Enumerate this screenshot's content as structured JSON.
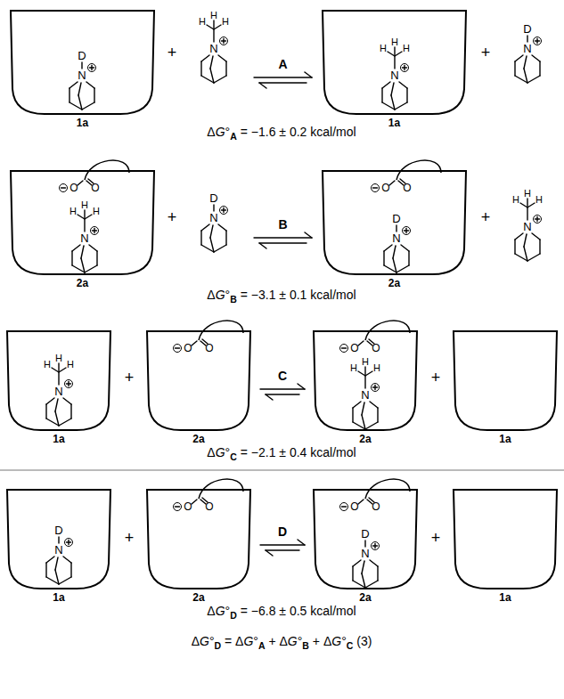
{
  "diagram": {
    "nodes": [
      {
        "text": [
          "1a"
        ]
      },
      {
        "text": [
          "1a"
        ]
      },
      {
        "text": [
          "2a"
        ]
      },
      {
        "text": [
          "2a"
        ]
      },
      {
        "text": [
          "1a"
        ]
      },
      {
        "text": [
          "2a"
        ]
      },
      {
        "text": [
          "2a"
        ]
      },
      {
        "text": [
          "1a"
        ]
      },
      {
        "text": [
          "1a"
        ]
      },
      {
        "text": [
          "2a"
        ]
      },
      {
        "text": [
          "2a"
        ]
      },
      {
        "text": [
          "1a"
        ]
      }
    ],
    "labels": [
      "D",
      "N",
      "+",
      "H",
      "H",
      "H",
      "N",
      "A",
      "H",
      "H",
      "H",
      "N",
      "+",
      "D",
      "N",
      "ΔG°A = −1.6 ± 0.2 kcal/mol",
      "O",
      "O",
      "H",
      "H",
      "H",
      "N",
      "+",
      "D",
      "N",
      "B",
      "O",
      "O",
      "D",
      "N",
      "+",
      "H",
      "H",
      "H",
      "N",
      "ΔG°B = −3.1 ± 0.1 kcal/mol",
      "H",
      "H",
      "H",
      "N",
      "+",
      "O",
      "O",
      "C",
      "O",
      "O",
      "H",
      "H",
      "H",
      "N",
      "+",
      "ΔG°C = −2.1 ± 0.4 kcal/mol",
      "D",
      "N",
      "+",
      "O",
      "O",
      "D",
      "O",
      "O",
      "D",
      "N",
      "+",
      "ΔG°D = −6.8 ± 0.5 kcal/mol",
      "ΔG°D = ΔG°A + ΔG°B + ΔG°C (3)"
    ]
  }
}
